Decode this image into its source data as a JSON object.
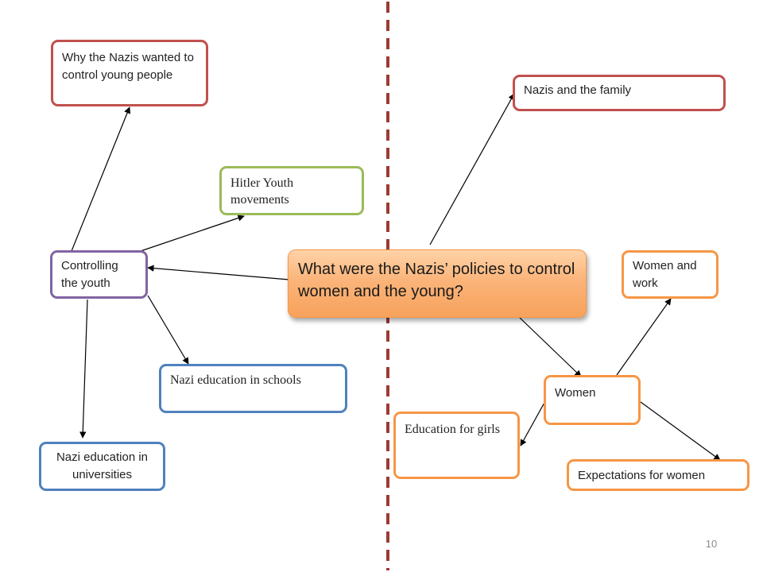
{
  "central_question": "What were the Nazis’ policies to control women and the young?",
  "left_topics": {
    "controlling_youth": "Controlling the youth",
    "why_control": "Why the Nazis wanted to control young people",
    "hitler_youth": "Hitler Youth movements",
    "education_schools": "Nazi education in schools",
    "education_universities": "Nazi education in universities"
  },
  "right_topics": {
    "family": "Nazis and the family",
    "women": "Women",
    "women_work": "Women and work",
    "girls_education": "Education for girls",
    "expectations": "Expectations for women"
  },
  "page_number": "10",
  "colors": {
    "red": "#c0504d",
    "green": "#9bbb59",
    "purple": "#8064a2",
    "blue": "#4f81bd",
    "orange": "#f79646",
    "divider": "#9c3b34"
  }
}
